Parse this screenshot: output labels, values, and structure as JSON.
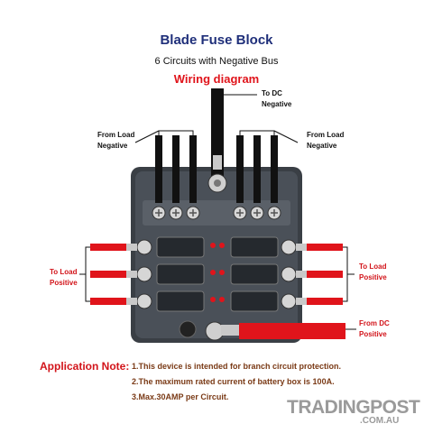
{
  "header": {
    "title": "Blade Fuse Block",
    "subtitle": "6 Circuits with Negative Bus",
    "wiring_title": "Wiring diagram"
  },
  "labels": {
    "to_dc_negative": [
      "To DC",
      "Negative"
    ],
    "from_load_negative_left": [
      "From Load",
      "Negative"
    ],
    "from_load_negative_right": [
      "From Load",
      "Negative"
    ],
    "to_load_positive_left": [
      "To Load",
      "Positive"
    ],
    "to_load_positive_right": [
      "To Load",
      "Positive"
    ],
    "from_dc_positive": [
      "From DC",
      "Positive"
    ]
  },
  "application_note": {
    "heading": "Application Note:",
    "lines": [
      "1.This device is intended for branch circuit protection.",
      "2.The maximum rated current of battery box is 100A.",
      "3.Max.30AMP per Circuit."
    ]
  },
  "brand": {
    "name": "TRADINGPOST",
    "domain": ".COM.AU"
  },
  "colors": {
    "title": "#1f2f7a",
    "accent_red": "#e0141b",
    "note_text": "#7a3a16",
    "block_body": "#3a3f45"
  }
}
